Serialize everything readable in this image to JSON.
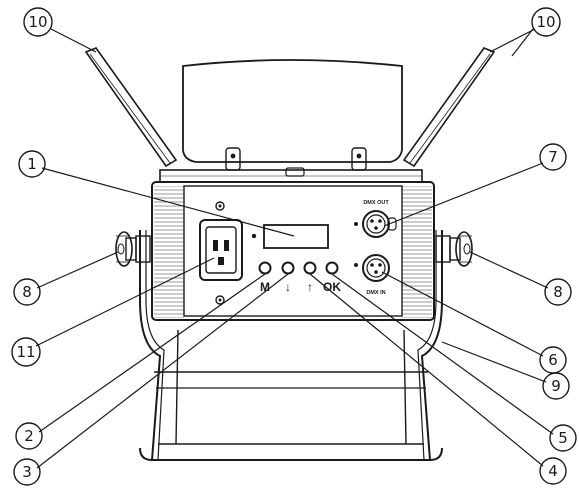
{
  "panel": {
    "dmx_out_label": "DMX OUT",
    "dmx_in_label": "DMX IN",
    "button_labels": [
      "M",
      "↓",
      "↑",
      "OK"
    ]
  },
  "callouts": [
    {
      "id": "c1a",
      "number": "1"
    },
    {
      "id": "c2",
      "number": "2"
    },
    {
      "id": "c3",
      "number": "3"
    },
    {
      "id": "c4",
      "number": "4"
    },
    {
      "id": "c5",
      "number": "5"
    },
    {
      "id": "c6",
      "number": "6"
    },
    {
      "id": "c7",
      "number": "7"
    },
    {
      "id": "c8l",
      "number": "8"
    },
    {
      "id": "c8r",
      "number": "8"
    },
    {
      "id": "c9",
      "number": "9"
    },
    {
      "id": "c10l",
      "number": "10"
    },
    {
      "id": "c10r",
      "number": "10"
    },
    {
      "id": "c11",
      "number": "11"
    }
  ]
}
